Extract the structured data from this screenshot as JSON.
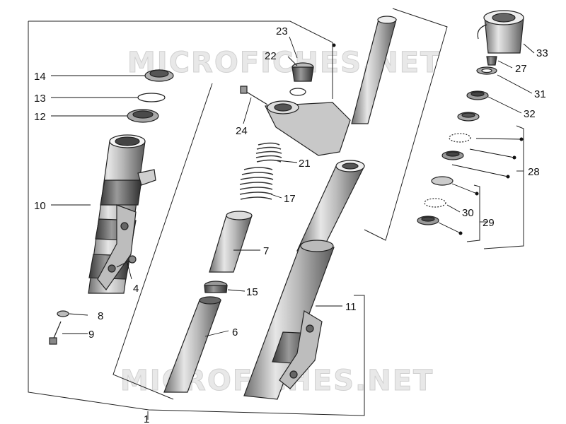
{
  "watermarks": [
    "MICROFICHES.NET",
    "MICROFICHES.NET"
  ],
  "callouts": [
    {
      "id": "c1",
      "label": "1"
    },
    {
      "id": "c4",
      "label": "4"
    },
    {
      "id": "c6",
      "label": "6"
    },
    {
      "id": "c7",
      "label": "7"
    },
    {
      "id": "c8",
      "label": "8"
    },
    {
      "id": "c9",
      "label": "9"
    },
    {
      "id": "c10",
      "label": "10"
    },
    {
      "id": "c11",
      "label": "11"
    },
    {
      "id": "c12",
      "label": "12"
    },
    {
      "id": "c13",
      "label": "13"
    },
    {
      "id": "c14",
      "label": "14"
    },
    {
      "id": "c15",
      "label": "15"
    },
    {
      "id": "c17",
      "label": "17"
    },
    {
      "id": "c21",
      "label": "21"
    },
    {
      "id": "c22",
      "label": "22"
    },
    {
      "id": "c23",
      "label": "23"
    },
    {
      "id": "c24",
      "label": "24"
    },
    {
      "id": "c27",
      "label": "27"
    },
    {
      "id": "c28",
      "label": "28"
    },
    {
      "id": "c29",
      "label": "29"
    },
    {
      "id": "c30",
      "label": "30"
    },
    {
      "id": "c31",
      "label": "31"
    },
    {
      "id": "c32",
      "label": "32"
    },
    {
      "id": "c33",
      "label": "33"
    }
  ]
}
